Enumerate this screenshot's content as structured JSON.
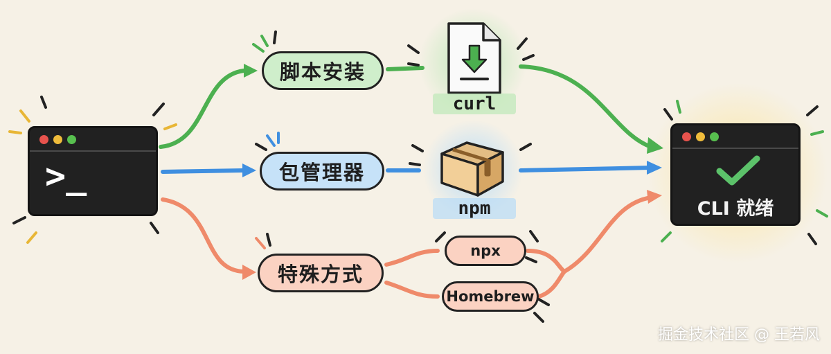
{
  "source": {
    "prompt": ">_"
  },
  "paths": [
    {
      "label": "脚本安装",
      "tool": "curl",
      "color": "#4cb050"
    },
    {
      "label": "包管理器",
      "tool": "npm",
      "color": "#3f8fe0"
    },
    {
      "label": "特殊方式",
      "tools": [
        "npx",
        "Homebrew"
      ],
      "color": "#ef8a6a"
    }
  ],
  "target": {
    "label": "CLI 就绪"
  },
  "icons": [
    "terminal-icon",
    "download-file-icon",
    "package-box-icon",
    "checkmark-icon"
  ],
  "watermark": "掘金技术社区 @ 王若风"
}
